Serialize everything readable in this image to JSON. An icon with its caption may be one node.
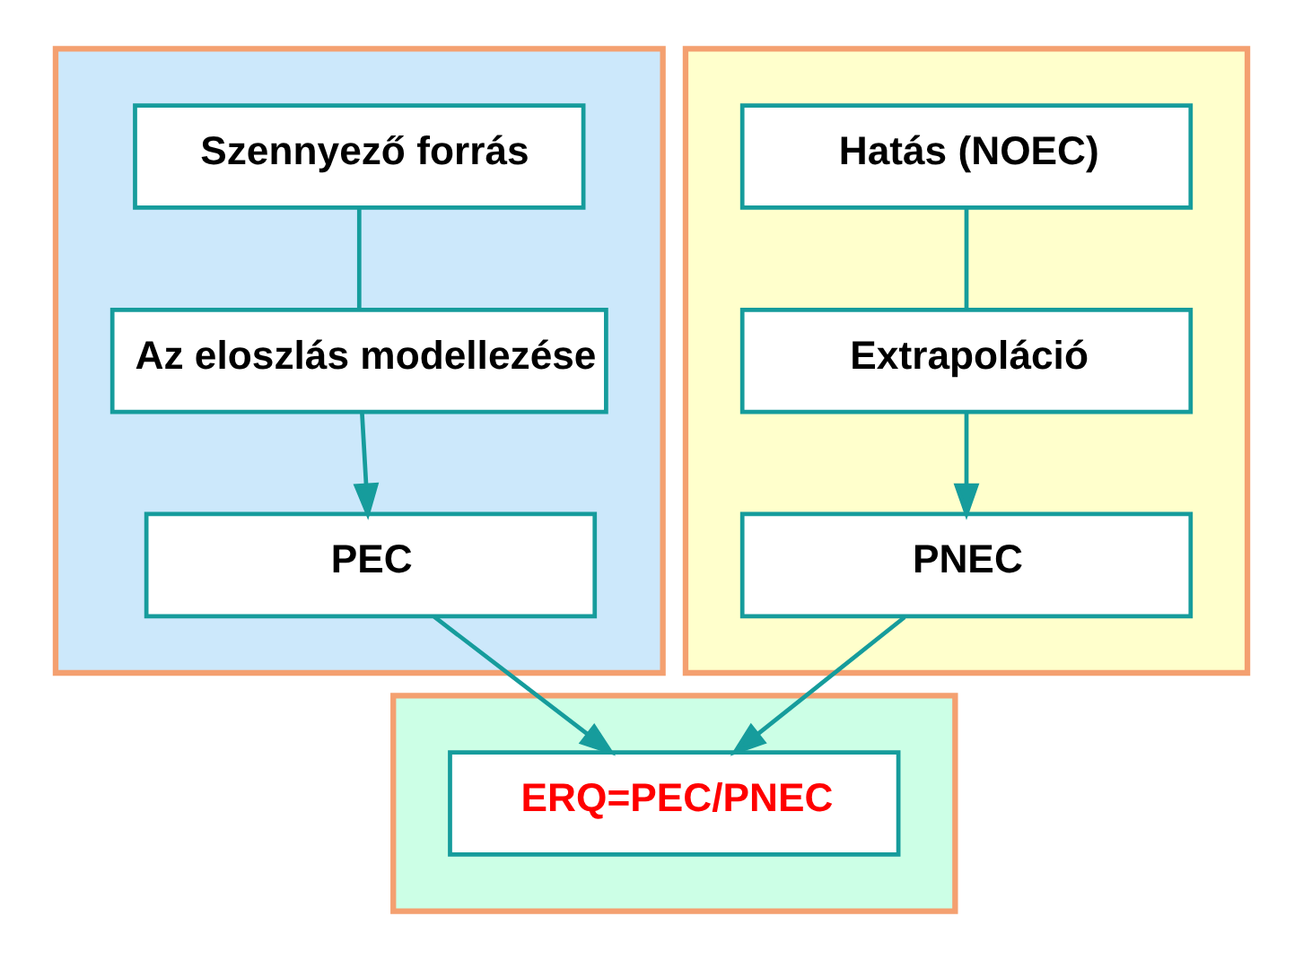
{
  "diagram": {
    "nodes": [
      {
        "text": [],
        "shape": "box"
      },
      {
        "text": [
          "Szennyező forrás"
        ],
        "in": 0
      },
      {
        "text": [
          "Az eloszlás modellezése"
        ],
        "in": 0
      },
      {
        "text": [
          "PEC"
        ],
        "in": 0
      },
      {
        "text": [],
        "shape": "box"
      },
      {
        "text": [
          "Hatás (NOEC)"
        ],
        "in": 4
      },
      {
        "text": [
          "Extrapoláció"
        ],
        "in": 4
      },
      {
        "text": [
          "PNEC"
        ],
        "in": 4
      },
      {
        "text": [],
        "shape": "box"
      },
      {
        "text": [
          "ERQ=PEC/PNEC"
        ],
        "in": 8
      }
    ],
    "edges": [
      {
        "from": 1,
        "to": 2,
        "arrow": "none"
      },
      {
        "from": 2,
        "to": 3,
        "arrow": "to"
      },
      {
        "from": 5,
        "to": 6,
        "arrow": "none"
      },
      {
        "from": 6,
        "to": 7,
        "arrow": "to"
      },
      {
        "from": 3,
        "to": 9,
        "arrow": "to"
      },
      {
        "from": 7,
        "to": 9,
        "arrow": "to"
      }
    ]
  }
}
